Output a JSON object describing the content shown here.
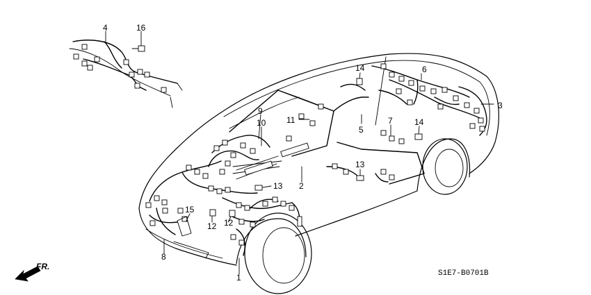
{
  "diagram": {
    "callouts": [
      {
        "id": "c1",
        "label": "1"
      },
      {
        "id": "c2",
        "label": "2"
      },
      {
        "id": "c3",
        "label": "3"
      },
      {
        "id": "c4",
        "label": "4"
      },
      {
        "id": "c5",
        "label": "5"
      },
      {
        "id": "c6",
        "label": "6"
      },
      {
        "id": "c7",
        "label": "7"
      },
      {
        "id": "c8",
        "label": "8"
      },
      {
        "id": "c9",
        "label": "9"
      },
      {
        "id": "c10",
        "label": "10"
      },
      {
        "id": "c11",
        "label": "11"
      },
      {
        "id": "c12a",
        "label": "12"
      },
      {
        "id": "c12b",
        "label": "12"
      },
      {
        "id": "c13a",
        "label": "13"
      },
      {
        "id": "c13b",
        "label": "13"
      },
      {
        "id": "c14a",
        "label": "14"
      },
      {
        "id": "c14b",
        "label": "14"
      },
      {
        "id": "c15",
        "label": "15"
      },
      {
        "id": "c16",
        "label": "16"
      }
    ],
    "direction_label": "FR.",
    "drawing_code": "S1E7-B0701B"
  }
}
